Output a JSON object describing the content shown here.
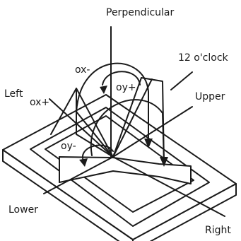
{
  "labels": {
    "perpendicular": "Perpendicular",
    "clock": "12 o'clock",
    "left": "Left",
    "upper": "Upper",
    "lower": "Lower",
    "right": "Right",
    "ox_minus": "ox-",
    "ox_plus": "ox+",
    "oy_plus": "oy+",
    "oy_minus": "oy-"
  }
}
